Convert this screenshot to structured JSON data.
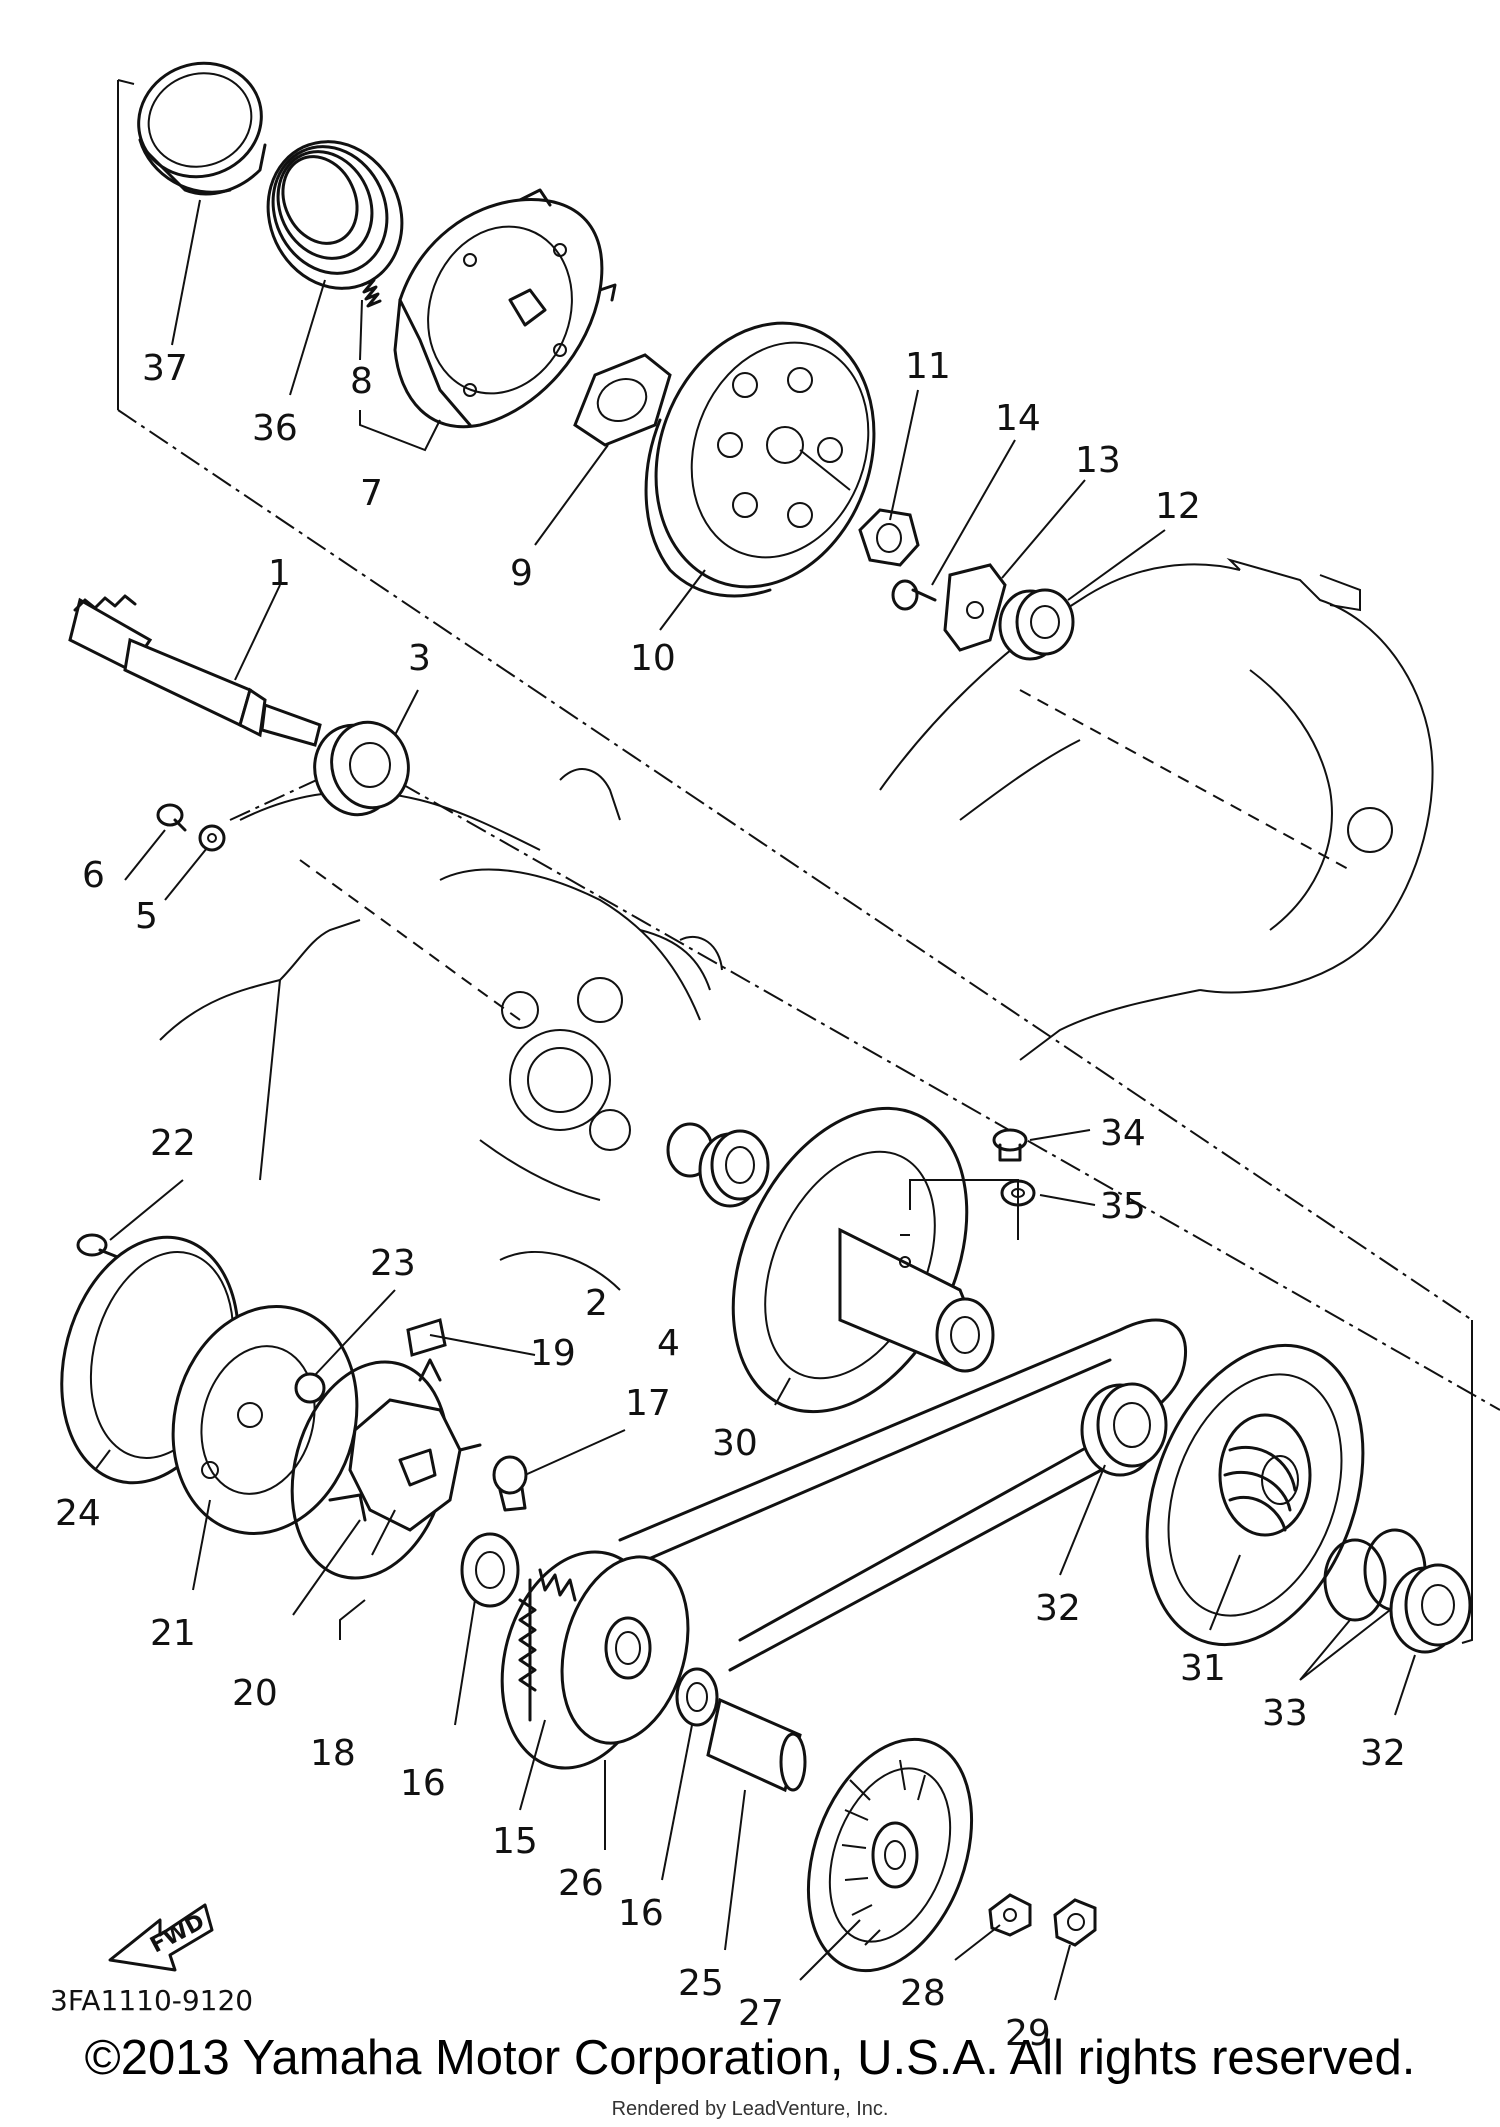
{
  "diagram": {
    "drawing_code": "3FA1110-9120",
    "fwd_label": "FWD",
    "copyright": "©2013 Yamaha Motor Corporation, U.S.A. All rights reserved.",
    "rendered_by": "Rendered by LeadVenture, Inc.",
    "part_labels": [
      {
        "id": "p1",
        "text": "1"
      },
      {
        "id": "p2",
        "text": "2"
      },
      {
        "id": "p3",
        "text": "3"
      },
      {
        "id": "p4",
        "text": "4"
      },
      {
        "id": "p5",
        "text": "5"
      },
      {
        "id": "p6",
        "text": "6"
      },
      {
        "id": "p7",
        "text": "7"
      },
      {
        "id": "p8",
        "text": "8"
      },
      {
        "id": "p9",
        "text": "9"
      },
      {
        "id": "p10",
        "text": "10"
      },
      {
        "id": "p11",
        "text": "11"
      },
      {
        "id": "p12",
        "text": "12"
      },
      {
        "id": "p13",
        "text": "13"
      },
      {
        "id": "p14",
        "text": "14"
      },
      {
        "id": "p15",
        "text": "15"
      },
      {
        "id": "p16a",
        "text": "16"
      },
      {
        "id": "p16b",
        "text": "16"
      },
      {
        "id": "p17",
        "text": "17"
      },
      {
        "id": "p18",
        "text": "18"
      },
      {
        "id": "p19",
        "text": "19"
      },
      {
        "id": "p20",
        "text": "20"
      },
      {
        "id": "p21",
        "text": "21"
      },
      {
        "id": "p22",
        "text": "22"
      },
      {
        "id": "p23",
        "text": "23"
      },
      {
        "id": "p24",
        "text": "24"
      },
      {
        "id": "p25",
        "text": "25"
      },
      {
        "id": "p26",
        "text": "26"
      },
      {
        "id": "p27",
        "text": "27"
      },
      {
        "id": "p28",
        "text": "28"
      },
      {
        "id": "p29",
        "text": "29"
      },
      {
        "id": "p30",
        "text": "30"
      },
      {
        "id": "p31",
        "text": "31"
      },
      {
        "id": "p32a",
        "text": "32"
      },
      {
        "id": "p32b",
        "text": "32"
      },
      {
        "id": "p33",
        "text": "33"
      },
      {
        "id": "p34",
        "text": "34"
      },
      {
        "id": "p35",
        "text": "35"
      },
      {
        "id": "p36",
        "text": "36"
      },
      {
        "id": "p37",
        "text": "37"
      }
    ]
  }
}
